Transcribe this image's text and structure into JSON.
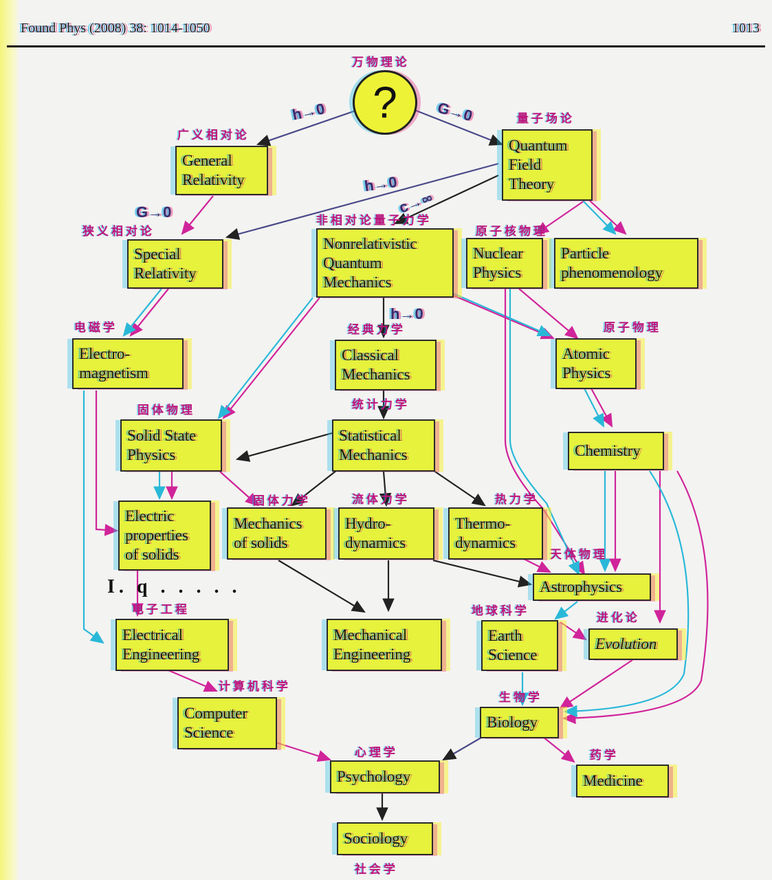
{
  "header": {
    "citation": "Found Phys (2008) 38: 1014-1050",
    "page_number": "1013"
  },
  "theory_of_everything": {
    "symbol": "?",
    "cn_label": "万物理论"
  },
  "nodes": {
    "qft": {
      "label": "Quantum\nField\nTheory",
      "cn": "量子场论"
    },
    "gr": {
      "label": "General\nRelativity",
      "cn": "广义相对论"
    },
    "sr": {
      "label": "Special\nRelativity",
      "cn": "狭义相对论"
    },
    "nrqm": {
      "label": "Nonrelativistic\nQuantum\nMechanics",
      "cn": "非相对论量子力学"
    },
    "nuclear": {
      "label": "Nuclear\nPhysics",
      "cn": "原子核物理"
    },
    "particle": {
      "label": "Particle\nphenomenology",
      "cn": ""
    },
    "em": {
      "label": "Electro-\nmagnetism",
      "cn": "电磁学"
    },
    "classical": {
      "label": "Classical\nMechanics",
      "cn": "经典力学"
    },
    "atomic": {
      "label": "Atomic\nPhysics",
      "cn": "原子物理"
    },
    "solid": {
      "label": "Solid State\nPhysics",
      "cn": "固体物理"
    },
    "statmech": {
      "label": "Statistical\nMechanics",
      "cn": "统计力学"
    },
    "chemistry": {
      "label": "Chemistry",
      "cn": ""
    },
    "elecprops": {
      "label": "Electric\nproperties\nof solids",
      "cn": ""
    },
    "mechsolids": {
      "label": "Mechanics\nof solids",
      "cn": "固体力学"
    },
    "hydro": {
      "label": "Hydro-\ndynamics",
      "cn": "流体力学"
    },
    "thermo": {
      "label": "Thermo-\ndynamics",
      "cn": "热力学"
    },
    "astro": {
      "label": "Astrophysics",
      "cn": "天体物理"
    },
    "eleceng": {
      "label": "Electrical\nEngineering",
      "cn": "电子工程"
    },
    "mecheng": {
      "label": "Mechanical\nEngineering",
      "cn": ""
    },
    "earth": {
      "label": "Earth\nScience",
      "cn": "地球科学"
    },
    "evolution": {
      "label": "Evolution",
      "cn": "进化论"
    },
    "cs": {
      "label": "Computer\nScience",
      "cn": "计算机科学"
    },
    "biology": {
      "label": "Biology",
      "cn": "生物学"
    },
    "psychology": {
      "label": "Psychology",
      "cn": "心理学"
    },
    "medicine": {
      "label": "Medicine",
      "cn": "药学"
    },
    "sociology": {
      "label": "Sociology",
      "cn": "社会学"
    }
  },
  "edge_labels": {
    "h_to_0_left": "h→0",
    "g_to_0": "G→0",
    "h_to_0_mid": "h→0",
    "c_to_inf": "c→∞",
    "g_to_0_sr": "G→0",
    "h_to_0_cm": "h→0"
  },
  "ellipsis": "I.  q . . . . .",
  "colors": {
    "box": "#e6f23c",
    "cn_text": "#c0147a",
    "arrow_dark": "#222222",
    "arrow_magenta": "#d0249a",
    "arrow_cyan": "#2ab8d8"
  }
}
